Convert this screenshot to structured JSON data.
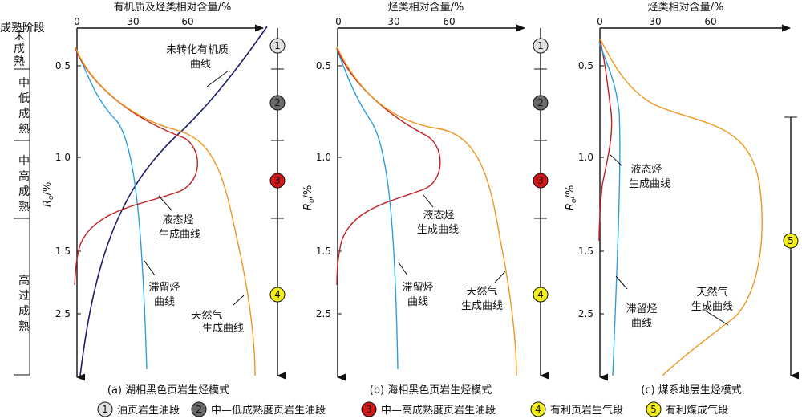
{
  "colors": {
    "organic": "#1b1f6b",
    "liquid": "#c41e1e",
    "retained": "#2a9fe0",
    "gas": "#f0961e",
    "circle1": "#e0e0e0",
    "circle2": "#6a6a6a",
    "circle3": "#d01818",
    "circle4": "#f3ee18",
    "circle5": "#f3ee18"
  },
  "stage_header": "成熟阶段",
  "stages": [
    {
      "id": "immature",
      "lines": [
        "未",
        "成",
        "熟"
      ]
    },
    {
      "id": "low",
      "lines": [
        "中",
        "低",
        "成",
        "熟"
      ]
    },
    {
      "id": "mid-high",
      "lines": [
        "中",
        "高",
        "成",
        "熟"
      ]
    },
    {
      "id": "high-over",
      "lines": [
        "高",
        "过",
        "成",
        "熟"
      ]
    }
  ],
  "y_axis_label": "R",
  "y_axis_sub": "o",
  "y_axis_unit": "/%",
  "y_ticks": [
    "0.5",
    "1.0",
    "1.5",
    "2.5"
  ],
  "x_ticks": [
    "0",
    "30",
    "60"
  ],
  "panels": [
    {
      "id": "a",
      "title": "有机质及烃类相对含量/%",
      "caption": "(a) 湖相黑色页岩生烃模式",
      "labels": {
        "organic": [
          "未转化有机质",
          "曲线"
        ],
        "liquid": [
          "液态烃",
          "生成曲线"
        ],
        "retained": [
          "滞留烃",
          "曲线"
        ],
        "gas": [
          "天然气",
          "生成曲线"
        ]
      }
    },
    {
      "id": "b",
      "title": "烃类相对含量/%",
      "caption": "(b) 海相黑色页岩生烃模式",
      "labels": {
        "liquid": [
          "液态烃",
          "生成曲线"
        ],
        "retained": [
          "滞留烃",
          "曲线"
        ],
        "gas": [
          "天然气",
          "生成曲线"
        ]
      }
    },
    {
      "id": "c",
      "title": "烃类相对含量/%",
      "caption": "(c) 煤系地层生烃模式",
      "labels": {
        "liquid": [
          "液态烃",
          "生成曲线"
        ],
        "retained": [
          "滞留烃",
          "曲线"
        ],
        "gas": [
          "天然气",
          "生成曲线"
        ]
      }
    }
  ],
  "markers": [
    "1",
    "2",
    "3",
    "4",
    "5"
  ],
  "legend": [
    {
      "num": "1",
      "text": "油页岩生油段"
    },
    {
      "num": "2",
      "text": "中—低成熟度页岩生油段"
    },
    {
      "num": "3",
      "text": "中—高成熟度页岩生油段"
    },
    {
      "num": "4",
      "text": "有利页岩生气段"
    },
    {
      "num": "5",
      "text": "有利煤成气段"
    }
  ]
}
